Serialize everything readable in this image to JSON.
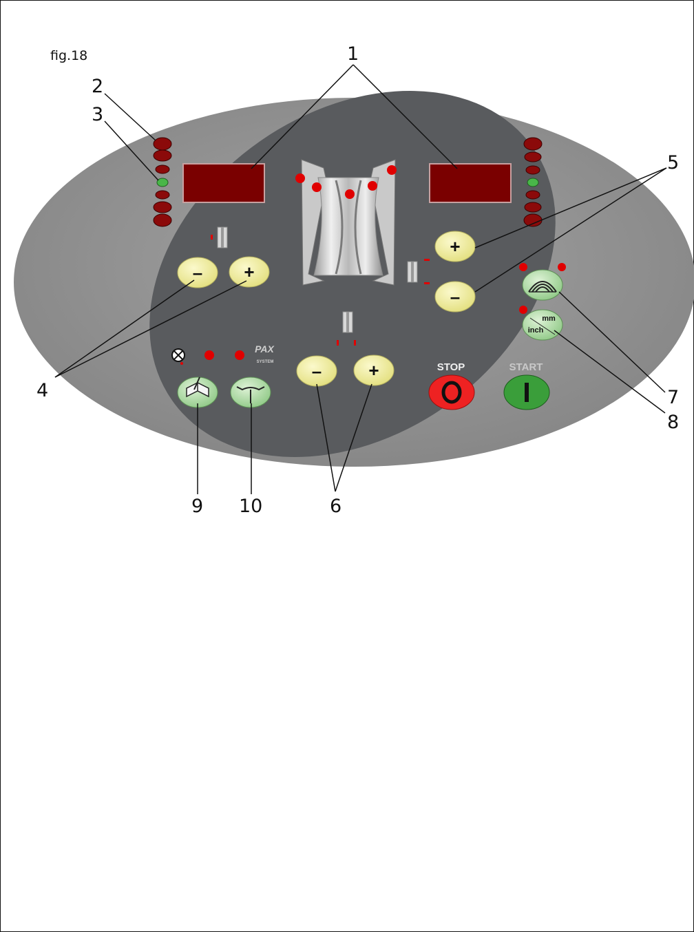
{
  "figure_label": "fig.18",
  "callouts": [
    "1",
    "2",
    "3",
    "4",
    "5",
    "6",
    "7",
    "8",
    "9",
    "10"
  ],
  "panel": {
    "stop_label": "STOP",
    "start_label": "START",
    "stop_symbol": "O",
    "start_symbol": "I",
    "plus_symbol": "+",
    "minus_symbol": "–",
    "units_button": {
      "top": "mm",
      "bottom": "inch"
    },
    "pax_logo_text": "PAX",
    "pax_system_text": "SYSTEM"
  },
  "colors": {
    "outer_panel": "#8f8f8f",
    "inner_panel": "#595b5e",
    "display": "#7a0000",
    "led_red": "#e00000",
    "led_dark": "#8b0a0a",
    "led_green": "#49b649",
    "button_yellow": "#f4f1a0",
    "button_green": "#b9e0b0",
    "stop_red": "#ee2222",
    "start_green": "#3a9e3a"
  }
}
